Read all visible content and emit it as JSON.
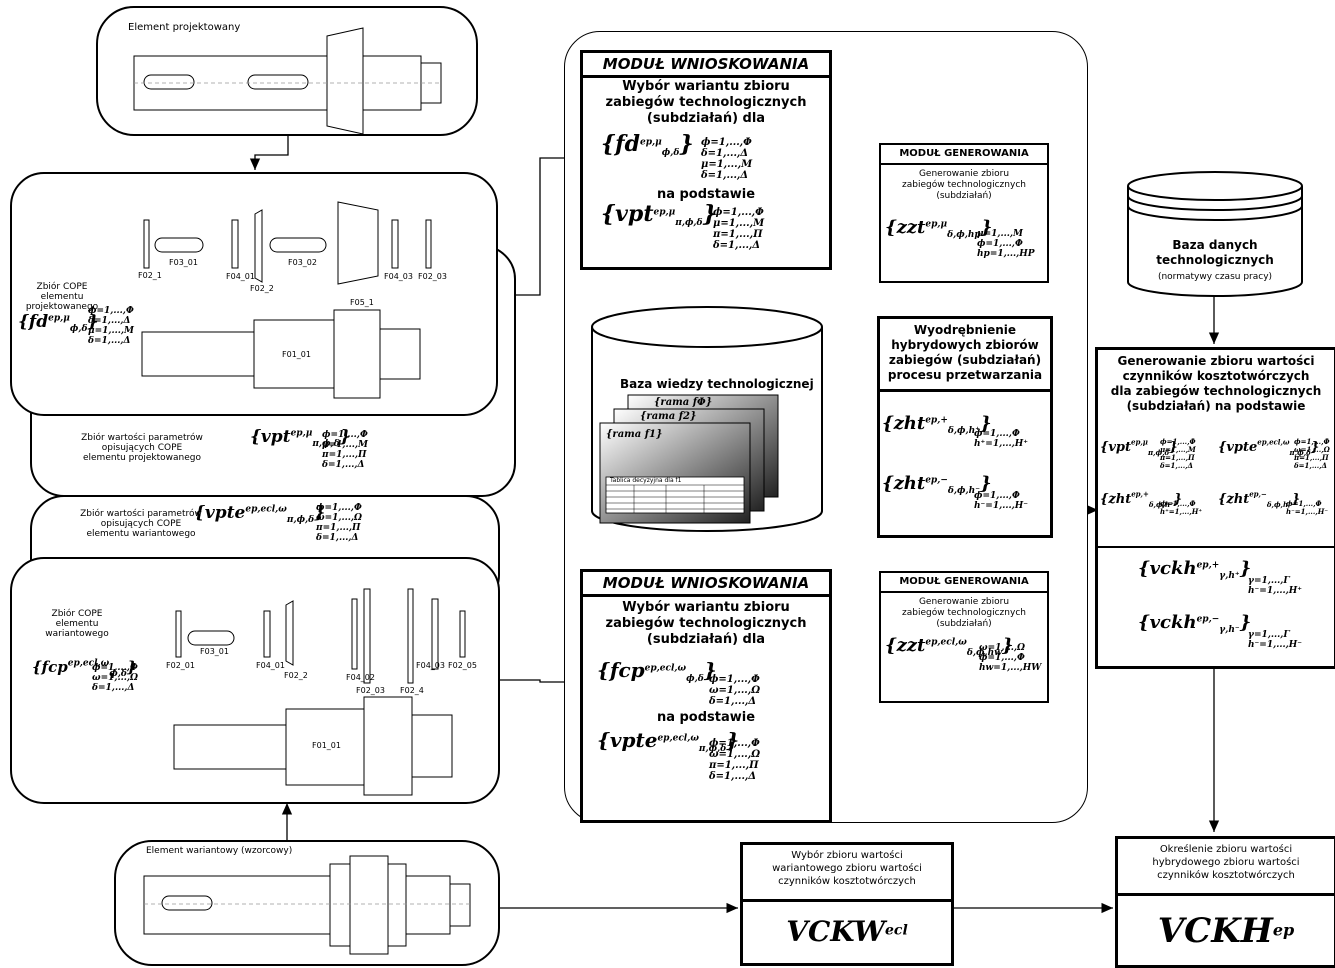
{
  "top_element": {
    "title": "Element projektowany"
  },
  "cope_design": {
    "title": "Zbiór COPE\nelementu\nprojektowanego",
    "formula_main": "{fd",
    "formula_sup": "ep,μ",
    "formula_sub": "ϕ,δ",
    "conditions": "ϕ=1,...,Φ\nδ=1,...,Δ\nμ=1,...,M\nδ=1,...,Δ",
    "parts": {
      "f02_1": "F02_1",
      "f03_01": "F03_01",
      "f04_01": "F04_01",
      "f02_2": "F02_2",
      "f03_02": "F03_02",
      "f05_1": "F05_1",
      "f04_03": "F04_03",
      "f02_03": "F02_03",
      "f01_01": "F01_01"
    }
  },
  "params_design": {
    "title": "Zbiór wartości parametrów\nopisujących COPE\nelementu projektowanego",
    "formula_main": "{vpt",
    "formula_sup": "ep,μ",
    "formula_sub": "π,ϕ,δ",
    "conditions": "ϕ=1,...,Φ\nμ=1,...,M\nπ=1,...,Π\nδ=1,...,Δ"
  },
  "params_variant": {
    "title": "Zbiór wartości parametrów\nopisujących COPE\nelementu wariantowego",
    "formula_main": "{vpte",
    "formula_sup": "ep,ecl,ω",
    "formula_sub": "π,ϕ,δ",
    "conditions": "ϕ=1,...,Φ\nω=1,...,Ω\nπ=1,...,Π\nδ=1,...,Δ"
  },
  "cope_variant": {
    "title": "Zbiór COPE\nelementu\nwariantowego",
    "formula_main": "{fcp",
    "formula_sup": "ep,ecl,ω",
    "formula_sub": "ϕ,δ",
    "conditions": "ϕ=1,...,Φ\nω=1,...,Ω\nδ=1,...,Δ",
    "parts": {
      "f02_01": "F02_01",
      "f03_01": "F03_01",
      "f04_01": "F04_01",
      "f02_2": "F02_2",
      "f04_02": "F04_02",
      "f02_03": "F02_03",
      "f04_03": "F04_03",
      "f02_4": "F02_4",
      "f02_05": "F02_05",
      "f01_01": "F01_01"
    }
  },
  "bottom_element": {
    "title": "Element wariantowy (wzorcowy)"
  },
  "inference_top": {
    "header": "MODUŁ WNIOSKOWANIA",
    "text1": "Wybór wariantu zbioru\nzabiegów technologicznych\n(subdziałań) dla",
    "f1_main": "{fd",
    "f1_sup": "ep,μ",
    "f1_sub": "ϕ,δ",
    "f1_cond": "ϕ=1,...,Φ\nδ=1,...,Δ\nμ=1,...,M\nδ=1,...,Δ",
    "text2": "na podstawie",
    "f2_main": "{vpt",
    "f2_sup": "ep,μ",
    "f2_sub": "π,ϕ,δ",
    "f2_cond": "ϕ=1,...,Φ\nμ=1,...,M\nπ=1,...,Π\nδ=1,...,Δ"
  },
  "knowledge_base": {
    "title": "Baza wiedzy technologicznej",
    "frame1": "{rama f1}",
    "frame2": "{rama f2}",
    "frame3": "{rama fΦ}",
    "table_title": "Tablica decyzyjna dla f1"
  },
  "inference_bottom": {
    "header": "MODUŁ WNIOSKOWANIA",
    "text1": "Wybór wariantu zbioru\nzabiegów technologicznych\n(subdziałań) dla",
    "f1_main": "{fcp",
    "f1_sup": "ep,ecl,ω",
    "f1_sub": "ϕ,δ",
    "f1_cond": "ϕ=1,...,Φ\nω=1,...,Ω\nδ=1,...,Δ",
    "text2": "na podstawie",
    "f2_main": "{vpte",
    "f2_sup": "ep,ecl,ω",
    "f2_sub": "π,ϕ,δ",
    "f2_cond": "ϕ=1,...,Φ\nω=1,...,Ω\nπ=1,...,Π\nδ=1,...,Δ"
  },
  "gen_top": {
    "header": "MODUŁ GENEROWANIA",
    "text": "Generowanie zbioru\nzabiegów technologicznych\n(subdziałań)",
    "f_main": "{zzt",
    "f_sup": "ep,μ",
    "f_sub": "δ,ϕ,hp",
    "f_cond": "μ=1,...,M\nϕ=1,...,Φ\nhp=1,...,HP"
  },
  "gen_bottom": {
    "header": "MODUŁ GENEROWANIA",
    "text": "Generowanie zbioru\nzabiegów technologicznych\n(subdziałań)",
    "f_main": "{zzt",
    "f_sup": "ep,ecl,ω",
    "f_sub": "δ,ϕ,hw",
    "f_cond": "ω=1,...,Ω\nϕ=1,...,Φ\nhw=1,...,HW"
  },
  "hybrid": {
    "title": "Wyodrębnienie\nhybrydowych zbiorów\nzabiegów (subdziałań)\nprocesu przetwarzania",
    "f1_main": "{zht",
    "f1_sup": "ep,+",
    "f1_sub": "δ,ϕ,h⁺",
    "f1_cond": "ϕ=1,...,Φ\nh⁺=1,...,H⁺",
    "f2_main": "{zht",
    "f2_sup": "ep,−",
    "f2_sub": "δ,ϕ,h⁻",
    "f2_cond": "ϕ=1,...,Φ\nh⁻=1,...,H⁻"
  },
  "tech_db": {
    "title": "Baza danych\ntechnologicznych",
    "subtitle": "(normatywy czasu pracy)"
  },
  "cost_gen": {
    "title": "Generowanie zbioru wartości\nczynników kosztotwórczych\ndla zabiegów technologicznych\n(subdziałań) na podstawie",
    "a_main": "{vpt",
    "a_sup": "ep,μ",
    "a_sub": "π,ϕ,δ",
    "a_cond": "ϕ=1,...,Φ\nμ=1,...,M\nπ=1,...,Π\nδ=1,...,Δ",
    "b_main": "{vpte",
    "b_sup": "ep,ecl,ω",
    "b_sub": "π,ϕ,δ",
    "b_cond": "ϕ=1,...,Φ\nω=1,...,Ω\nπ=1,...,Π\nδ=1,...,Δ",
    "c_main": "{zht",
    "c_sup": "ep,+",
    "c_sub": "δ,ϕ,h⁺",
    "c_cond": "ϕ=1,...,Φ\nh⁺=1,...,H⁺",
    "d_main": "{zht",
    "d_sup": "ep,−",
    "d_sub": "δ,ϕ,h⁻",
    "d_cond": "ϕ=1,...,Φ\nh⁻=1,...,H⁻",
    "e_main": "{vckh",
    "e_sup": "ep,+",
    "e_sub": "γ,h⁺",
    "e_cond": "γ=1,...,Γ\nh⁻=1,...,H⁺",
    "g_main": "{vckh",
    "g_sup": "ep,−",
    "g_sub": "γ,h⁻",
    "g_cond": "γ=1,...,Γ\nh⁻=1,...,H⁻"
  },
  "select_variant": {
    "title": "Wybór zbioru wartości\nwariantowego zbioru wartości\nczynników kosztotwórczych",
    "value_main": "VCKW",
    "value_sup": "ecl"
  },
  "determine_hybrid": {
    "title": "Określenie zbioru wartości\nhybrydowego zbioru wartości\nczynników kosztotwórczych",
    "value_main": "VCKH",
    "value_sup": "ep"
  }
}
